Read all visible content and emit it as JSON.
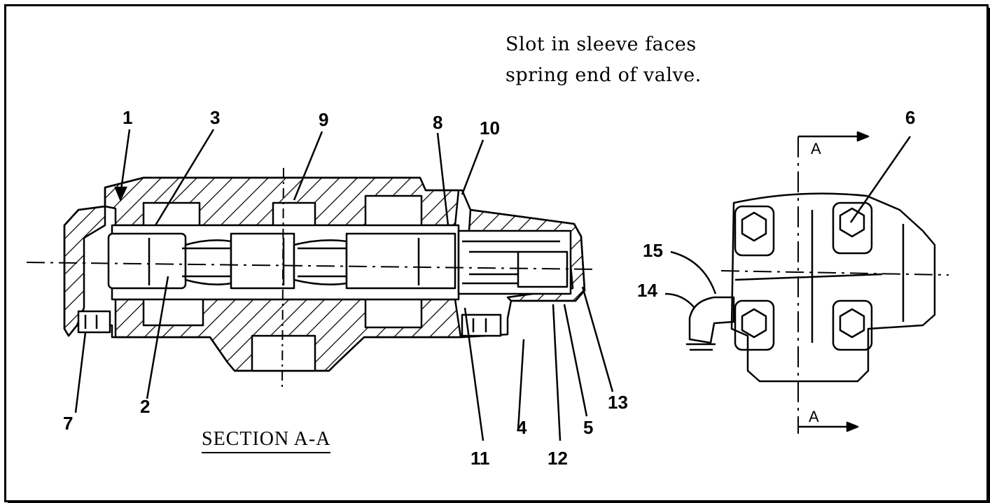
{
  "note": {
    "line1": "Slot in sleeve faces",
    "line2": "spring end of valve."
  },
  "section_title": "SECTION A-A",
  "cut_labels": {
    "top": "A",
    "bottom": "A"
  },
  "callouts": [
    {
      "id": "1",
      "label": "1"
    },
    {
      "id": "2",
      "label": "2"
    },
    {
      "id": "3",
      "label": "3"
    },
    {
      "id": "4",
      "label": "4"
    },
    {
      "id": "5",
      "label": "5"
    },
    {
      "id": "6",
      "label": "6"
    },
    {
      "id": "7",
      "label": "7"
    },
    {
      "id": "8",
      "label": "8"
    },
    {
      "id": "9",
      "label": "9"
    },
    {
      "id": "10",
      "label": "10"
    },
    {
      "id": "11",
      "label": "11"
    },
    {
      "id": "12",
      "label": "12"
    },
    {
      "id": "13",
      "label": "13"
    },
    {
      "id": "14",
      "label": "14"
    },
    {
      "id": "15",
      "label": "15"
    }
  ],
  "colors": {
    "ink": "#000000",
    "paper": "#ffffff"
  }
}
